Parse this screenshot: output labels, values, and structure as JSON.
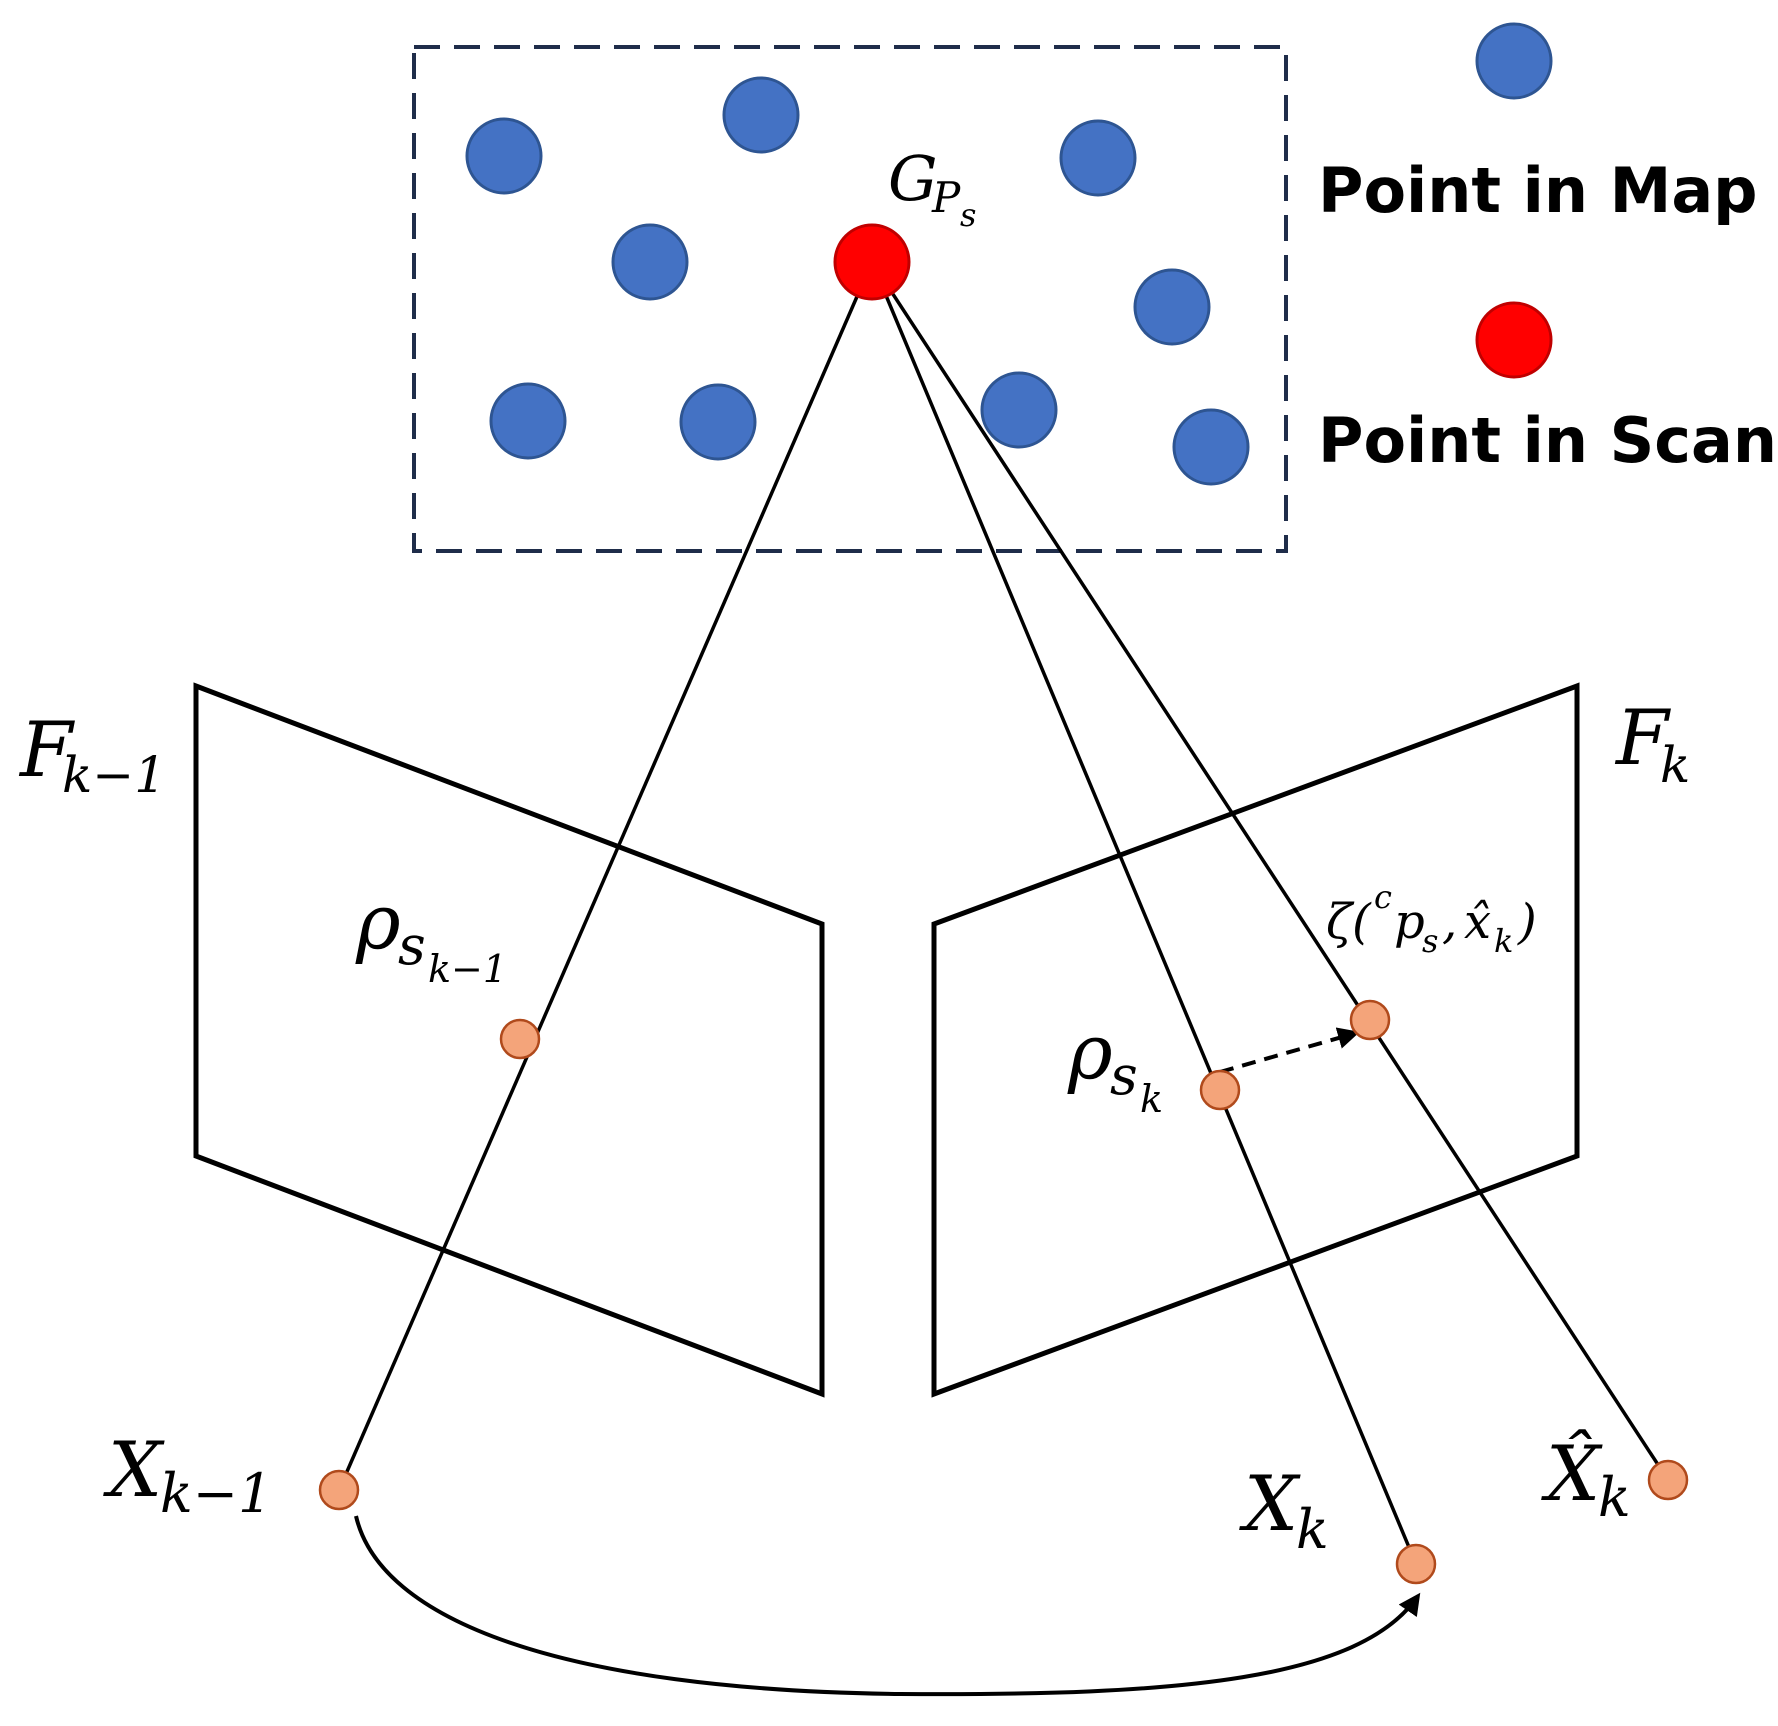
{
  "legend": {
    "map_label": "Point in Map",
    "scan_label": "Point in Scan"
  },
  "labels": {
    "g": "G",
    "g_sub": "P",
    "g_subsub": "s",
    "f_prev": "F",
    "f_prev_sub": "k−1",
    "f_cur": "F",
    "f_cur_sub": "k",
    "rho_prev": "ρ",
    "rho_prev_sub": "s",
    "rho_prev_subsub": "k−1",
    "rho_cur": "ρ",
    "rho_cur_sub": "s",
    "rho_cur_subsub": "k",
    "zeta_head": "ζ(",
    "zeta_sup": "c",
    "zeta_p": "p",
    "zeta_p_sub": "s",
    "zeta_comma": ",",
    "zeta_x": "x̂",
    "zeta_x_sub": "k",
    "zeta_tail": ")",
    "x_prev": "X",
    "x_prev_sub": "k−1",
    "x_cur": "X",
    "x_cur_sub": "k",
    "x_hat": "X̂",
    "x_hat_sub": "k"
  },
  "colors": {
    "map_point": "#4472c4",
    "scan_point": "#ff0000",
    "observation_point": "#f4a47a",
    "box_border": "#1f2d4a"
  }
}
